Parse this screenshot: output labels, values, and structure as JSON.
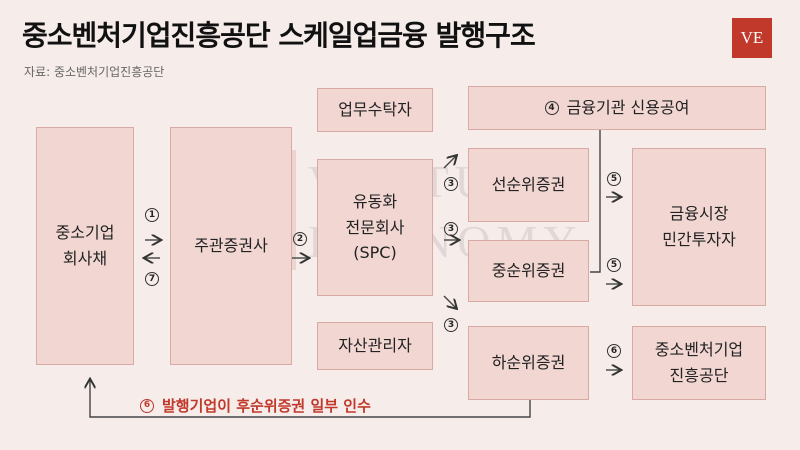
{
  "header": {
    "title": "중소벤처기업진흥공단 스케일업금융 발행구조",
    "source": "자료: 중소벤처기업진흥공단",
    "logo": "VE"
  },
  "watermark": {
    "mark": "VE",
    "line1": "VENTURE",
    "line2": "ECONOMY"
  },
  "nodes": {
    "sme_bond": "중소기업\n회사채",
    "underwriter": "주관증권사",
    "business_trustee": "업무수탁자",
    "spc": "유동화\n전문회사\n(SPC)",
    "asset_manager": "자산관리자",
    "credit_enhancement": "금융기관 신용공여",
    "senior": "선순위증권",
    "mezzanine": "중순위증권",
    "junior": "하순위증권",
    "private_investors": "금융시장\n민간투자자",
    "kosmes": "중소벤처기업\n진흥공단"
  },
  "steps": {
    "s1": "1",
    "s2": "2",
    "s3a": "3",
    "s3b": "3",
    "s3c": "3",
    "s4": "4",
    "s5a": "5",
    "s5b": "5",
    "s6": "6",
    "s7": "7",
    "s6note": "6"
  },
  "footnote": "발행기업이 후순위증권 일부 인수",
  "colors": {
    "box_fill": "#f1d6d2",
    "box_border": "#d9a9a3",
    "accent_red": "#c0392b",
    "background": "#f6ecea"
  }
}
